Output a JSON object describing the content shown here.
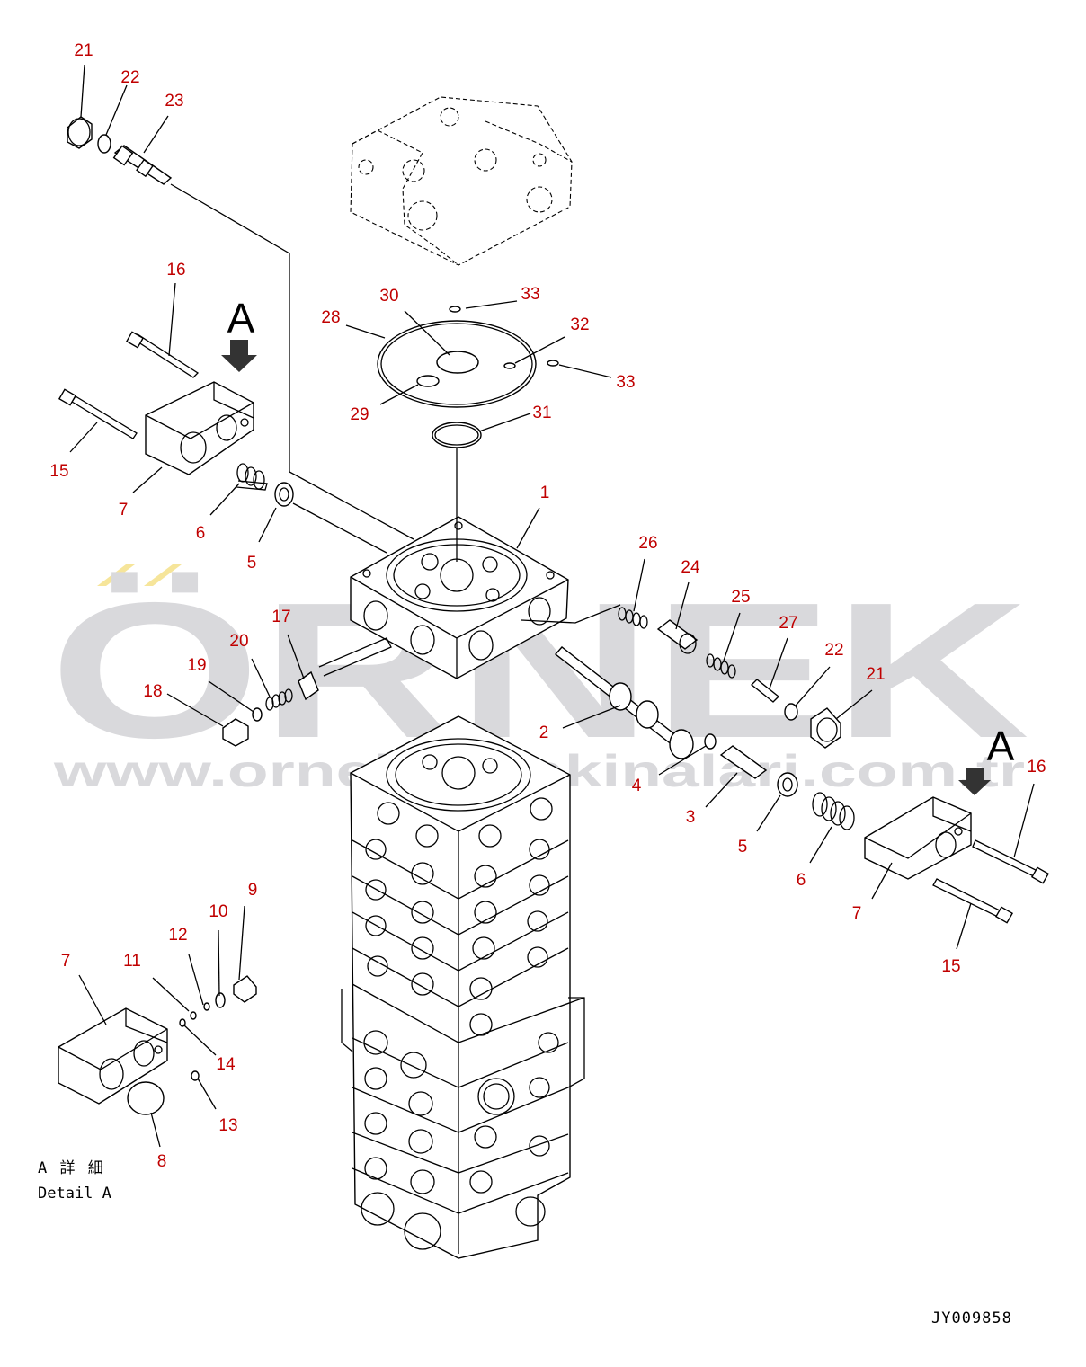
{
  "watermark": {
    "brand": "ÖRNEK",
    "url": "www.ornekismakinalari.com.tr",
    "accent_color": "#f6e59a",
    "text_color": "#d9d9dc"
  },
  "view_markers": {
    "arrow_letter_left": "A",
    "arrow_letter_right": "A"
  },
  "detail_caption": {
    "line1": "A 詳 細",
    "line2": "Detail A"
  },
  "drawing_id": "JY009858",
  "label_color": "#c00000",
  "part_labels": [
    "21",
    "22",
    "23",
    "16",
    "15",
    "7",
    "6",
    "5",
    "28",
    "30",
    "33",
    "32",
    "33",
    "29",
    "31",
    "1",
    "26",
    "24",
    "25",
    "27",
    "22",
    "21",
    "17",
    "20",
    "19",
    "18",
    "2",
    "4",
    "3",
    "5",
    "6",
    "16",
    "7",
    "15",
    "9",
    "10",
    "12",
    "11",
    "7",
    "14",
    "13",
    "8"
  ]
}
